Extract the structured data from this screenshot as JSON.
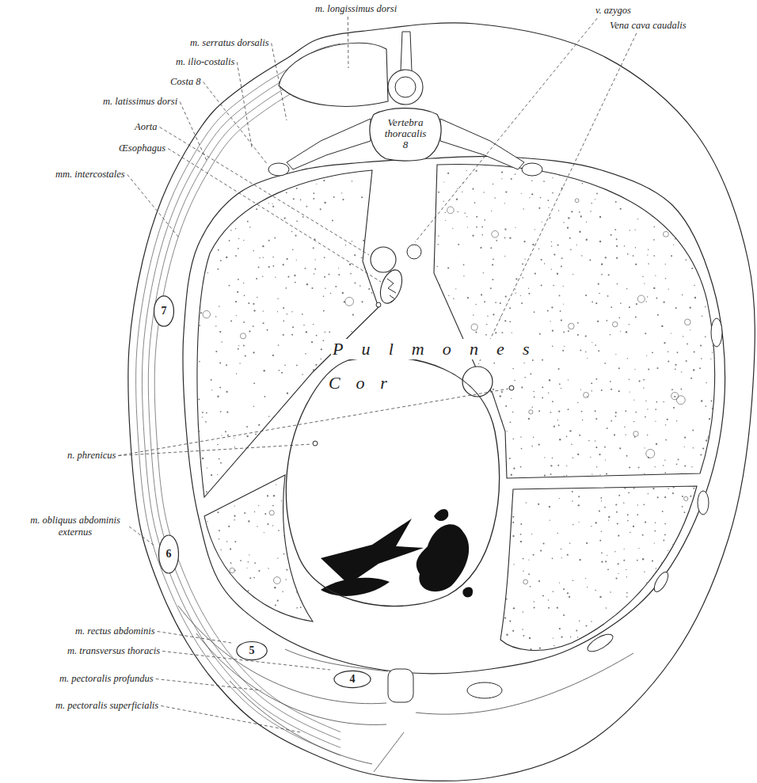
{
  "diagram": {
    "nodes": [
      {
        "text": [
          "Vertebra thoracalis 8"
        ]
      },
      {
        "text": [
          "7"
        ]
      },
      {
        "text": [
          "Cor"
        ]
      },
      {
        "text": [
          "6"
        ]
      },
      {
        "text": [
          "5"
        ]
      },
      {
        "text": [
          "4"
        ]
      }
    ],
    "labels": [
      "m. longissimus dorsi",
      "m. serratus dorsalis",
      "v. azygos",
      "m. ilio-costalis",
      "Vena cava caudalis",
      "Costa 8",
      "m. latissimus dorsi",
      "Aorta",
      "Œsophagus",
      "mm. intercostales",
      "Pulmones",
      "n. phrenicus",
      "m. obliquus abdominis externus",
      "m. rectus abdominis",
      "m. transversus thoracis",
      "m. pectoralis profundus",
      "m. pectoralis superficialis"
    ]
  }
}
